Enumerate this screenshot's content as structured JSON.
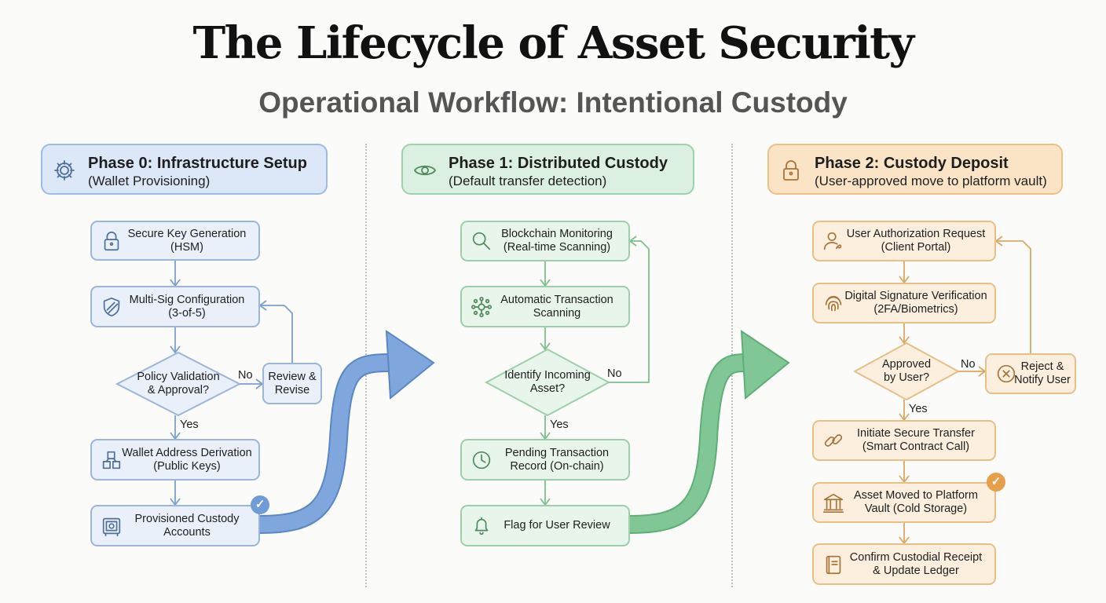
{
  "title": "The Lifecycle of Asset Security",
  "subtitle": "Operational Workflow: Intentional Custody",
  "colors": {
    "blue": "#6f9bd6",
    "green": "#6cbf84",
    "orange": "#e6a04a"
  },
  "phases": [
    {
      "title": "Phase 0: Infrastructure Setup",
      "subtitle": "(Wallet Provisioning)",
      "icon": "gear-icon",
      "steps": [
        {
          "line1": "Secure Key Generation",
          "line2": "(HSM)",
          "icon": "lock-icon"
        },
        {
          "line1": "Multi-Sig Configuration",
          "line2": "(3-of-5)",
          "icon": "shield-icon"
        },
        {
          "line1": "Wallet Address Derivation",
          "line2": "(Public Keys)",
          "icon": "cubes-icon"
        },
        {
          "line1": "Provisioned Custody",
          "line2": "Accounts",
          "icon": "safe-icon"
        }
      ],
      "decision": {
        "line1": "Policy Validation",
        "line2": "& Approval?",
        "yes": "Yes",
        "no": "No"
      },
      "side_box": {
        "line1": "Review &",
        "line2": "Revise"
      }
    },
    {
      "title": "Phase 1: Distributed Custody",
      "subtitle": "(Default transfer detection)",
      "icon": "eye-icon",
      "steps": [
        {
          "line1": "Blockchain Monitoring",
          "line2": "(Real-time Scanning)",
          "icon": "magnifier-icon"
        },
        {
          "line1": "Automatic Transaction",
          "line2": "Scanning",
          "icon": "network-icon"
        },
        {
          "line1": "Pending Transaction",
          "line2": "Record (On-chain)",
          "icon": "clock-icon"
        },
        {
          "line1": "Flag for User Review",
          "line2": "",
          "icon": "bell-icon"
        }
      ],
      "decision": {
        "line1": "Identify Incoming",
        "line2": "Asset?",
        "yes": "Yes",
        "no": "No"
      }
    },
    {
      "title": "Phase 2: Custody Deposit",
      "subtitle": "(User-approved move to platform vault)",
      "icon": "lock-icon",
      "steps": [
        {
          "line1": "User Authorization Request",
          "line2": "(Client Portal)",
          "icon": "user-icon"
        },
        {
          "line1": "Digital Signature Verification",
          "line2": "(2FA/Biometrics)",
          "icon": "fingerprint-icon"
        },
        {
          "line1": "Initiate Secure Transfer",
          "line2": "(Smart Contract Call)",
          "icon": "link-icon"
        },
        {
          "line1": "Asset Moved to Platform",
          "line2": "Vault (Cold Storage)",
          "icon": "bank-icon"
        },
        {
          "line1": "Confirm Custodial Receipt",
          "line2": "& Update Ledger",
          "icon": "ledger-icon"
        }
      ],
      "decision": {
        "line1": "Approved",
        "line2": "by User?",
        "yes": "Yes",
        "no": "No"
      },
      "side_box": {
        "line1": "Reject &",
        "line2": "Notify User",
        "icon": "x-circle-icon"
      }
    }
  ]
}
